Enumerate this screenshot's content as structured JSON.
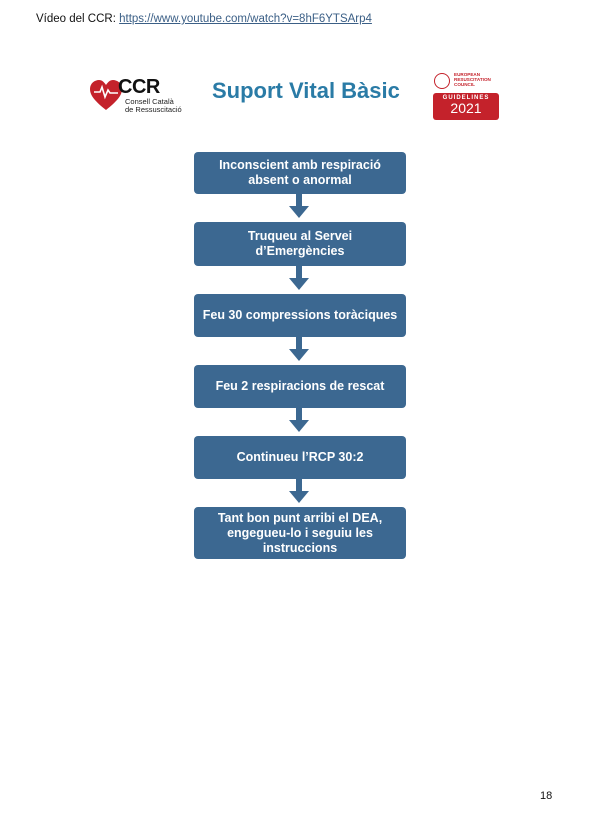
{
  "video": {
    "label": "Vídeo del CCR:",
    "link": "https://www.youtube.com/watch?v=8hF6YTSArp4"
  },
  "ccr_logo": {
    "letters": "CCR",
    "line1": "Consell Català",
    "line2": "de Ressuscitació"
  },
  "title": "Suport Vital Bàsic",
  "erc_logo": {
    "line1": "EUROPEAN",
    "line2": "RESUSCITATION",
    "line3": "COUNCIL",
    "guidelines": "GUIDELINES",
    "year": "2021"
  },
  "steps": [
    "Inconscient amb respiració absent o anormal",
    "Truqueu al Servei d’Emergències",
    "Feu 30 compressions toràciques",
    "Feu 2 respiracions de rescat",
    "Continueu l’RCP 30:2",
    "Tant bon punt arribi el DEA, engegueu-lo i seguiu les instruccions"
  ],
  "page_number": "18",
  "colors": {
    "box": "#3c6891",
    "arrow": "#3c6891",
    "title": "#2a7ba6",
    "erc_red": "#c4222b",
    "ccr_red": "#c4222b"
  }
}
